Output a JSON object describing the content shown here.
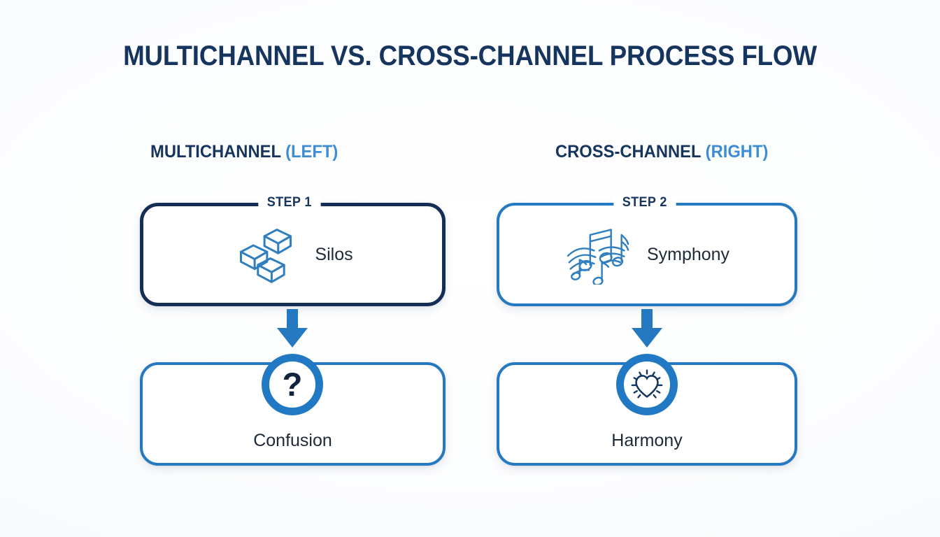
{
  "page": {
    "title": "MULTICHANNEL VS. CROSS-CHANNEL PROCESS FLOW",
    "background_color": "#fdfdfe"
  },
  "colors": {
    "navy": "#16355e",
    "dark_border": "#152e55",
    "blue": "#2579c0",
    "accent_blue": "#3d8dd4",
    "badge_blue": "#2179c4",
    "text_dark": "#1d2a38",
    "card_background": "#ffffff"
  },
  "columns": [
    {
      "id": "left",
      "heading_main": "MULTICHANNEL",
      "heading_sub": "(LEFT)",
      "step": {
        "label": "STEP 1",
        "card_label": "Silos",
        "icon": "boxes-icon",
        "border_style": "dark"
      },
      "arrow": {
        "icon": "arrow-down-icon",
        "color": "#2579c0"
      },
      "outcome": {
        "label": "Confusion",
        "badge_icon": "question-mark-icon",
        "border_style": "blue"
      }
    },
    {
      "id": "right",
      "heading_main": "CROSS-CHANNEL",
      "heading_sub": "(RIGHT)",
      "step": {
        "label": "STEP 2",
        "card_label": "Symphony",
        "icon": "music-notes-icon",
        "border_style": "blue"
      },
      "arrow": {
        "icon": "arrow-down-icon",
        "color": "#2579c0"
      },
      "outcome": {
        "label": "Harmony",
        "badge_icon": "shining-heart-icon",
        "border_style": "blue"
      }
    }
  ],
  "badges": {
    "left_symbol": "?",
    "right_symbol": "shining-heart"
  }
}
